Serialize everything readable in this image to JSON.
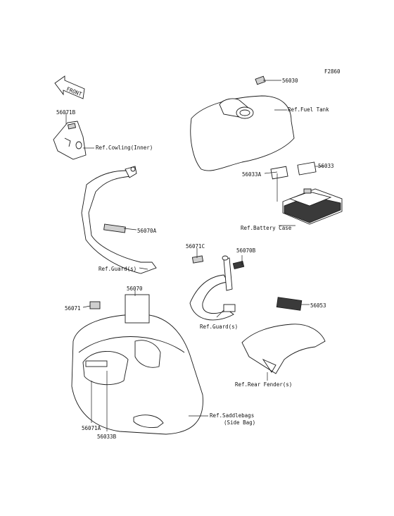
{
  "figure_code": "F2860",
  "arrow_text": "FRONT",
  "labels": {
    "p56030": "56030",
    "ref_fuel_tank": "Ref.Fuel Tank",
    "p56071b": "56071B",
    "ref_cowling_inner": "Ref.Cowling(Inner)",
    "p56033a": "56033A",
    "p56033": "56033",
    "ref_battery_case": "Ref.Battery Case",
    "p56070a": "56070A",
    "ref_guard_left": "Ref.Guard(s)",
    "p56071c": "56071C",
    "p56070b": "56070B",
    "ref_guard_mid": "Ref.Guard(s)",
    "p56070": "56070",
    "p56071": "56071",
    "p56053": "56053",
    "ref_rear_fender": "Ref.Rear Fender(s)",
    "ref_saddlebags_1": "Ref.Saddlebags",
    "ref_saddlebags_2": "(Side Bag)",
    "p56071a": "56071A",
    "p56033b": "56033B"
  }
}
